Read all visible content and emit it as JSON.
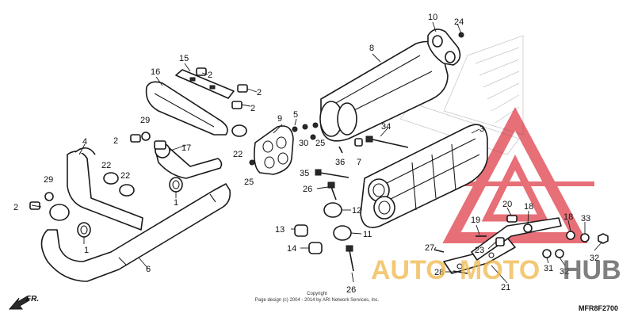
{
  "diagram": {
    "code": "MFR8F2700",
    "copyright_line1": "Copyright",
    "copyright_line2": "Page design (c) 2004 - 2014 by ARI Network Services, Inc.",
    "front_label": "FR.",
    "watermark": {
      "text_part1": "AUTO",
      "text_part2": "MOTO",
      "text_part3": "HUB",
      "color_red": "#e0404a",
      "color_gold": "#f0b84a"
    },
    "callouts": [
      "1",
      "1",
      "2",
      "2",
      "2",
      "2",
      "2",
      "3",
      "4",
      "5",
      "6",
      "7",
      "8",
      "9",
      "10",
      "11",
      "12",
      "13",
      "14",
      "15",
      "16",
      "17",
      "18",
      "18",
      "19",
      "20",
      "21",
      "22",
      "22",
      "22",
      "23",
      "24",
      "25",
      "25",
      "26",
      "26",
      "27",
      "28",
      "29",
      "29",
      "30",
      "31",
      "32",
      "32",
      "33",
      "34",
      "35",
      "36"
    ]
  }
}
